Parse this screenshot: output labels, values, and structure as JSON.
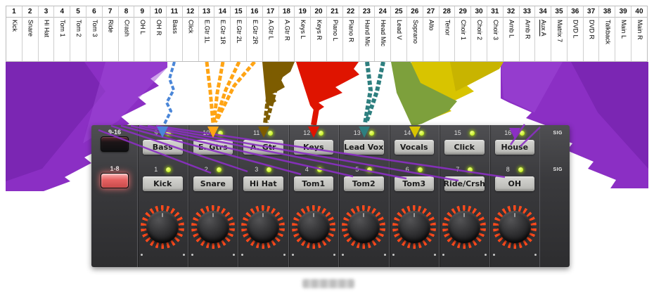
{
  "theme": {
    "led_green": "#b4e900",
    "bank_button_red": "#e66161",
    "knob_tick": "#ff4a1c"
  },
  "ribbon_colors": {
    "purple": "#8b2fc4",
    "purple_dark": "#6f1fa6",
    "purple_light": "#a049d8",
    "blue": "#4a86d8",
    "orange": "#ffa414",
    "gold": "#7d5c00",
    "red": "#df1400",
    "teal": "#2e7f7f",
    "green": "#7da03c",
    "yellow": "#d8c400",
    "yellow_dark": "#b8a400"
  },
  "patch_table": {
    "channels": [
      {
        "num": "1",
        "label": "Kick"
      },
      {
        "num": "2",
        "label": "Snare"
      },
      {
        "num": "3",
        "label": "Hi Hat"
      },
      {
        "num": "4",
        "label": "Tom 1"
      },
      {
        "num": "5",
        "label": "Tom 2"
      },
      {
        "num": "6",
        "label": "Tom 3"
      },
      {
        "num": "7",
        "label": "Ride"
      },
      {
        "num": "8",
        "label": "Crash"
      },
      {
        "num": "9",
        "label": "OH L"
      },
      {
        "num": "10",
        "label": "OH R"
      },
      {
        "num": "11",
        "label": "Bass"
      },
      {
        "num": "12",
        "label": "Click"
      },
      {
        "num": "13",
        "label": "E.Gtr 1L"
      },
      {
        "num": "14",
        "label": "E.Gtr 1R"
      },
      {
        "num": "15",
        "label": "E.Gtr 2L"
      },
      {
        "num": "16",
        "label": "E.Gtr 2R"
      },
      {
        "num": "17",
        "label": "A.Gtr L"
      },
      {
        "num": "18",
        "label": "A.Gtr R"
      },
      {
        "num": "19",
        "label": "Keys L"
      },
      {
        "num": "20",
        "label": "Keys R"
      },
      {
        "num": "21",
        "label": "Piano L"
      },
      {
        "num": "22",
        "label": "Piano R"
      },
      {
        "num": "23",
        "label": "Hand Mic"
      },
      {
        "num": "24",
        "label": "Head Mic"
      },
      {
        "num": "25",
        "label": "Lead V"
      },
      {
        "num": "26",
        "label": "Soprano"
      },
      {
        "num": "27",
        "label": "Alto"
      },
      {
        "num": "28",
        "label": "Tenor"
      },
      {
        "num": "29",
        "label": "Choir 1"
      },
      {
        "num": "30",
        "label": "Choir 2"
      },
      {
        "num": "31",
        "label": "Choir 3"
      },
      {
        "num": "32",
        "label": "Amb L"
      },
      {
        "num": "33",
        "label": "Amb R"
      },
      {
        "num": "34",
        "label": "Aux A",
        "underline": true
      },
      {
        "num": "35",
        "label": "Matrix 7"
      },
      {
        "num": "36",
        "label": "DVD L"
      },
      {
        "num": "37",
        "label": "DVD R"
      },
      {
        "num": "38",
        "label": "Talkback"
      },
      {
        "num": "39",
        "label": "Main L"
      },
      {
        "num": "40",
        "label": "Main R"
      }
    ]
  },
  "mixer": {
    "banks": [
      {
        "label": "9-16"
      },
      {
        "label": "1-8"
      }
    ],
    "sig_label": "SIG",
    "rows": [
      {
        "strips": [
          {
            "num": "9",
            "name": "Bass"
          },
          {
            "num": "10",
            "name": "E. Gtrs"
          },
          {
            "num": "11",
            "name": "A. Gtr"
          },
          {
            "num": "12",
            "name": "Keys"
          },
          {
            "num": "13",
            "name": "Lead Vox"
          },
          {
            "num": "14",
            "name": "Vocals"
          },
          {
            "num": "15",
            "name": "Click"
          },
          {
            "num": "16",
            "name": "House"
          }
        ]
      },
      {
        "strips": [
          {
            "num": "1",
            "name": "Kick"
          },
          {
            "num": "2",
            "name": "Snare"
          },
          {
            "num": "3",
            "name": "Hi Hat"
          },
          {
            "num": "4",
            "name": "Tom1"
          },
          {
            "num": "5",
            "name": "Tom2"
          },
          {
            "num": "6",
            "name": "Tom3"
          },
          {
            "num": "7",
            "name": "Ride/Crsh"
          },
          {
            "num": "8",
            "name": "OH"
          }
        ]
      }
    ]
  }
}
